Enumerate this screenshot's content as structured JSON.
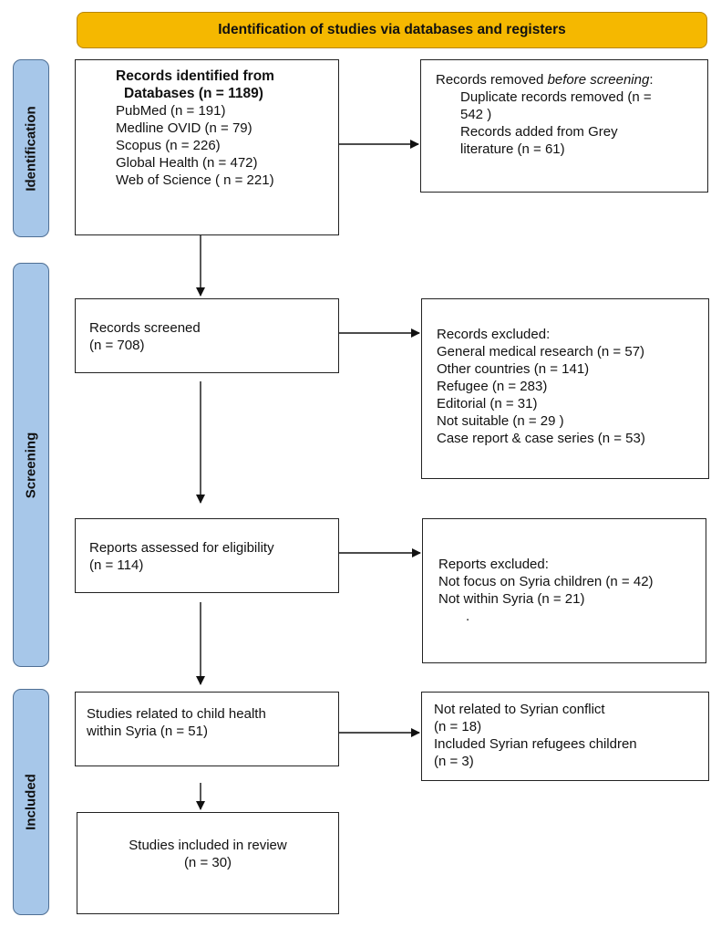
{
  "header": {
    "title": "Identification of studies via databases and registers"
  },
  "phases": {
    "identification": "Identification",
    "screening": "Screening",
    "included": "Included"
  },
  "identified": {
    "title_line1": "Records identified from",
    "title_line2": "Databases (n = 1189)",
    "items": [
      "PubMed (n = 191)",
      "Medline OVID (n = 79)",
      "Scopus (n = 226)",
      "Global Health (n = 472)",
      "Web of Science ( n = 221)"
    ]
  },
  "removed": {
    "title_prefix": "Records removed ",
    "title_italic": "before screening",
    "title_suffix": ":",
    "lines": [
      "Duplicate records removed  (n =",
      "542 )",
      "Records added from Grey",
      "literature (n = 61)"
    ]
  },
  "screened": {
    "lines": [
      "Records screened",
      "(n = 708)"
    ]
  },
  "excluded": {
    "title": "Records excluded:",
    "items": [
      "General medical research (n = 57)",
      "Other countries (n = 141)",
      "Refugee (n =  283)",
      "Editorial (n = 31)",
      "Not suitable (n = 29 )",
      "Case report & case series (n = 53)"
    ]
  },
  "assessed": {
    "lines": [
      "Reports assessed for eligibility",
      "(n = 114)"
    ]
  },
  "reports_excluded": {
    "title": "Reports excluded:",
    "items": [
      "Not focus on Syria children (n = 42)",
      "Not within Syria (n = 21)",
      "."
    ]
  },
  "related": {
    "lines": [
      "Studies related to child health",
      "within Syria (n = 51)"
    ]
  },
  "not_related": {
    "lines": [
      "Not related to Syrian conflict",
      "(n = 18)",
      "Included Syrian refugees children",
      "(n = 3)"
    ]
  },
  "included_box": {
    "lines": [
      "Studies included in review",
      "(n = 30)"
    ]
  }
}
